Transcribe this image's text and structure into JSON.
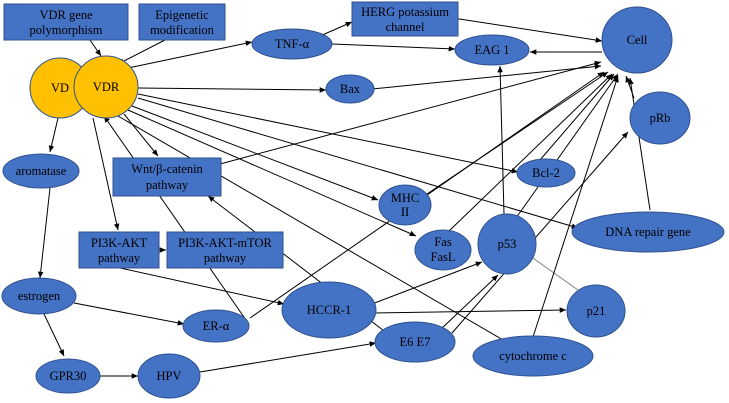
{
  "colors": {
    "node_fill": "#4472C4",
    "node_stroke": "#2F528F",
    "vd_fill": "#FFC000",
    "edge": "#000000",
    "text": "#000000"
  },
  "nodes": {
    "vdr_gene_polymorphism": [
      "VDR gene",
      "polymorphism"
    ],
    "epigenetic_modification": [
      "Epigenetic",
      "modification"
    ],
    "herg_potassium_channel": [
      "HERG potassium",
      "channel"
    ],
    "tnf_alpha": [
      "TNF-α"
    ],
    "eag1": [
      "EAG 1"
    ],
    "cell": [
      "Cell"
    ],
    "vd": [
      "VD"
    ],
    "vdr": [
      "VDR"
    ],
    "bax": [
      "Bax"
    ],
    "prb": [
      "pRb"
    ],
    "aromatase": [
      "aromatase"
    ],
    "wnt_beta_catenin": [
      "Wnt/β-catenin",
      "pathway"
    ],
    "bcl2": [
      "Bcl-2"
    ],
    "mhc2": [
      "MHC",
      "II"
    ],
    "dna_repair_gene": [
      "DNA repair gene"
    ],
    "pi3k_akt": [
      "PI3K-AKT",
      "pathway"
    ],
    "pi3k_akt_mtor": [
      "PI3K-AKT-mTOR",
      "pathway"
    ],
    "fas_fasl": [
      "Fas",
      "FasL"
    ],
    "p53": [
      "p53"
    ],
    "estrogen": [
      "estrogen"
    ],
    "hccr1": [
      "HCCR-1"
    ],
    "er_alpha": [
      "ER-α"
    ],
    "p21": [
      "p21"
    ],
    "gpr30": [
      "GPR30"
    ],
    "hpv": [
      "HPV"
    ],
    "e6e7": [
      "E6 E7"
    ],
    "cytochrome_c": [
      "cytochrome c"
    ]
  }
}
